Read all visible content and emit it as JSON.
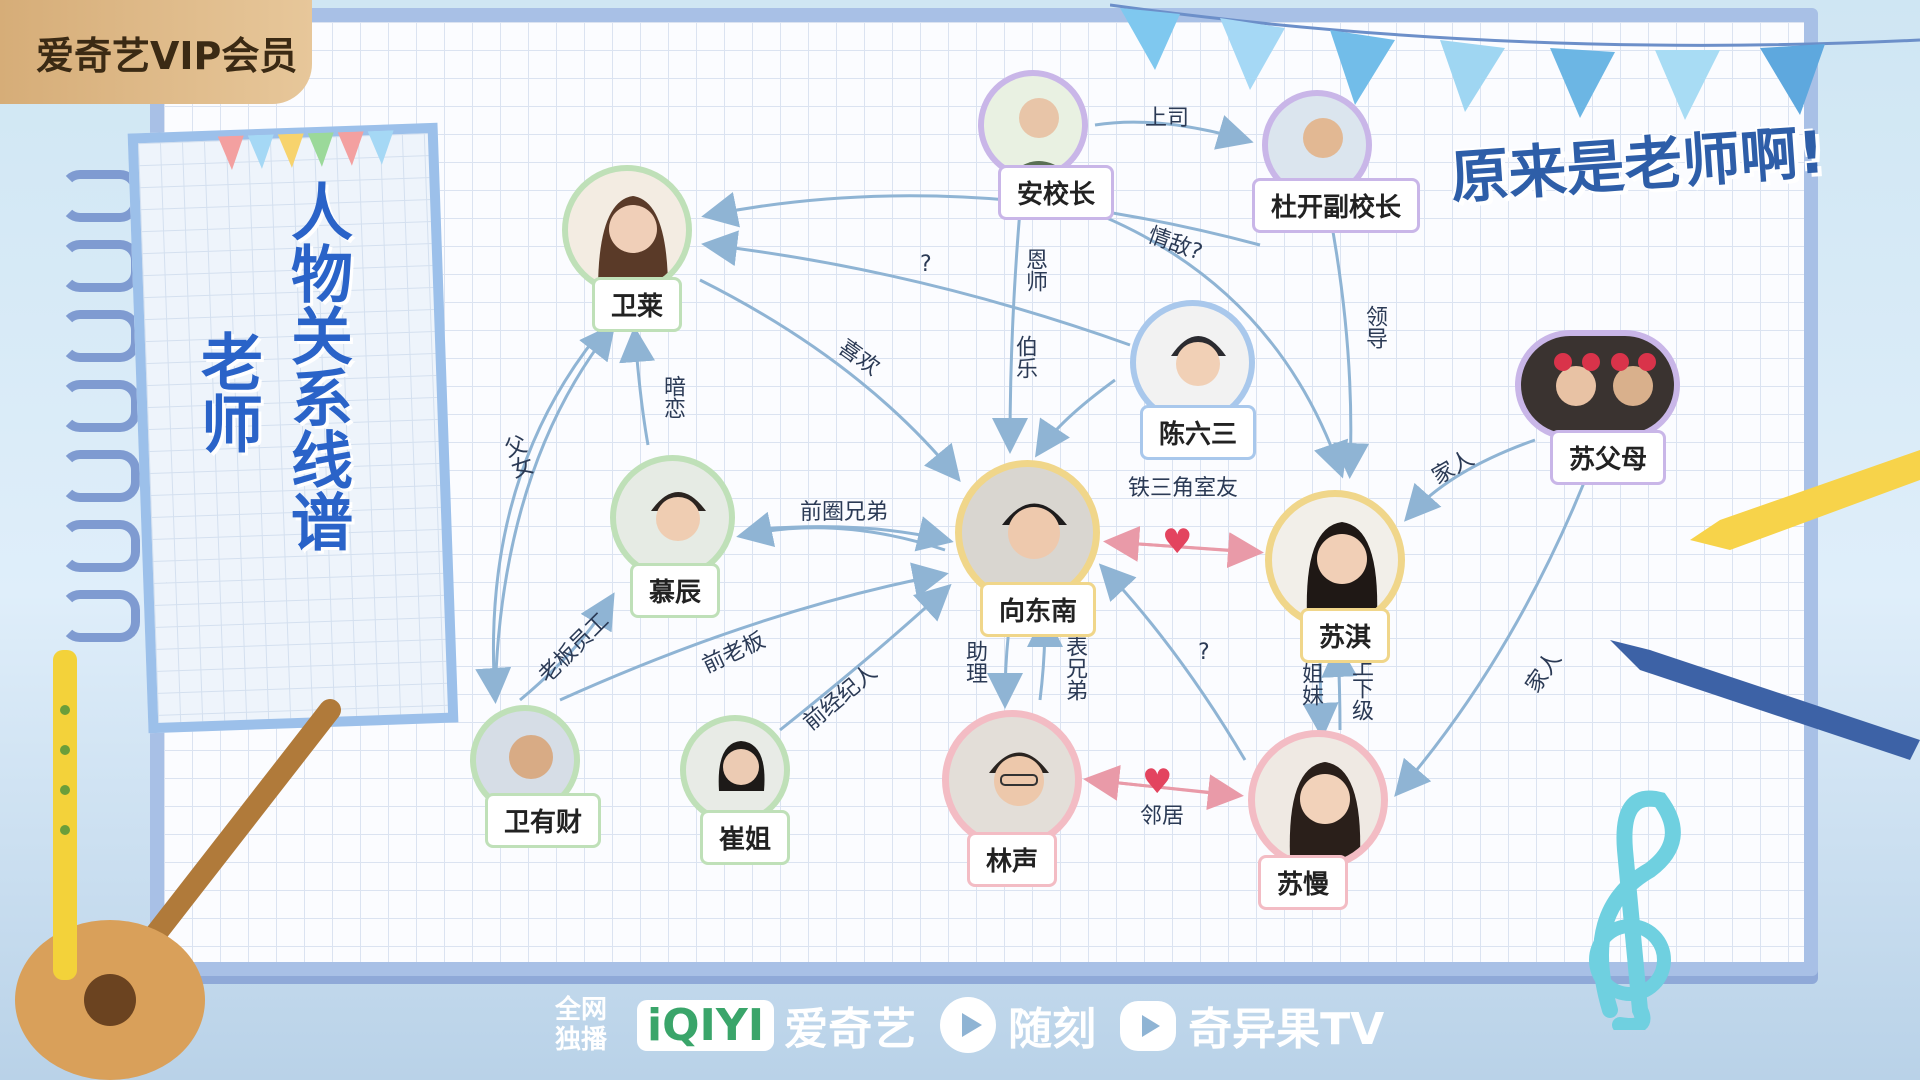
{
  "brand": {
    "label": "爱奇艺VIP会员"
  },
  "title": {
    "col1": "老师",
    "col2": "人物关系线谱"
  },
  "show_title": "原来是老师啊!",
  "colors": {
    "accent": "#2a63c8",
    "arrow": "#8fb4d4",
    "heart": "#e3445f"
  },
  "characters": {
    "an": {
      "name": "安校长"
    },
    "du": {
      "name": "杜开副校长"
    },
    "wei": {
      "name": "卫莱"
    },
    "chen": {
      "name": "陈六三"
    },
    "su_parents": {
      "name": "苏父母"
    },
    "mu": {
      "name": "慕辰"
    },
    "xiang": {
      "name": "向东南"
    },
    "suqi": {
      "name": "苏淇"
    },
    "weiyc": {
      "name": "卫有财"
    },
    "cui": {
      "name": "崔姐"
    },
    "lin": {
      "name": "林声"
    },
    "suman": {
      "name": "苏慢"
    }
  },
  "relations": {
    "shangsi": "上司",
    "qingdi": "情敌?",
    "question1": "?",
    "ensi": "恩师",
    "bole": "伯乐",
    "lingdao": "领导",
    "xihuan": "喜欢",
    "anlian": "暗恋",
    "funv": "父女",
    "qianquan": "前圈兄弟",
    "tiesan": "铁三角室友",
    "jiaren1": "家人",
    "laoban": "老板员工",
    "qianlaoban": "前老板",
    "qianjingji": "前经纪人",
    "zhuli": "助理",
    "biaoxiongdi": "表兄弟",
    "question2": "?",
    "jiemei": "姐妹",
    "shangxiaji": "上下级",
    "jiaren2": "家人",
    "linju": "邻居"
  },
  "footer": {
    "tag1": "全网",
    "tag2": "独播",
    "iqiyi_mark": "iQIYI",
    "iqiyi_name": "爱奇艺",
    "suike": "随刻",
    "qiyiguo": "奇异果TV"
  }
}
